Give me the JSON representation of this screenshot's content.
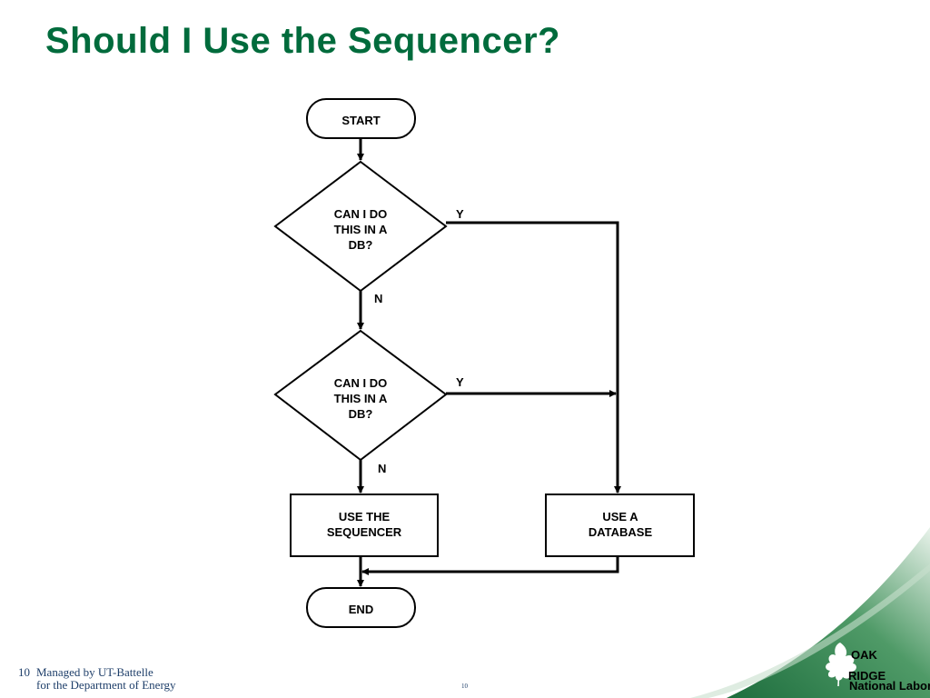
{
  "slide": {
    "title": "Should I Use the Sequencer?"
  },
  "flowchart": {
    "start": "START",
    "decision1": [
      "CAN I DO",
      "THIS IN A",
      "DB?"
    ],
    "decision1_yes": "Y",
    "decision1_no": "N",
    "decision2": [
      "CAN I DO",
      "THIS IN A",
      "DB?"
    ],
    "decision2_yes": "Y",
    "decision2_no": "N",
    "sequencer": [
      "USE THE",
      "SEQUENCER"
    ],
    "database": [
      "USE A",
      "DATABASE"
    ],
    "end": "END"
  },
  "footer": {
    "page_number": "10",
    "managed_by": "Managed by UT-Battelle",
    "department": "for the Department of Energy",
    "center_number": "10"
  },
  "logo": {
    "line1": "OAK",
    "line2": "RIDGE",
    "line3": "National Laboratory"
  },
  "colors": {
    "title": "#006b3c",
    "corner_gradient": "#1e6e3e",
    "footer_text": "#1f3f6a"
  }
}
